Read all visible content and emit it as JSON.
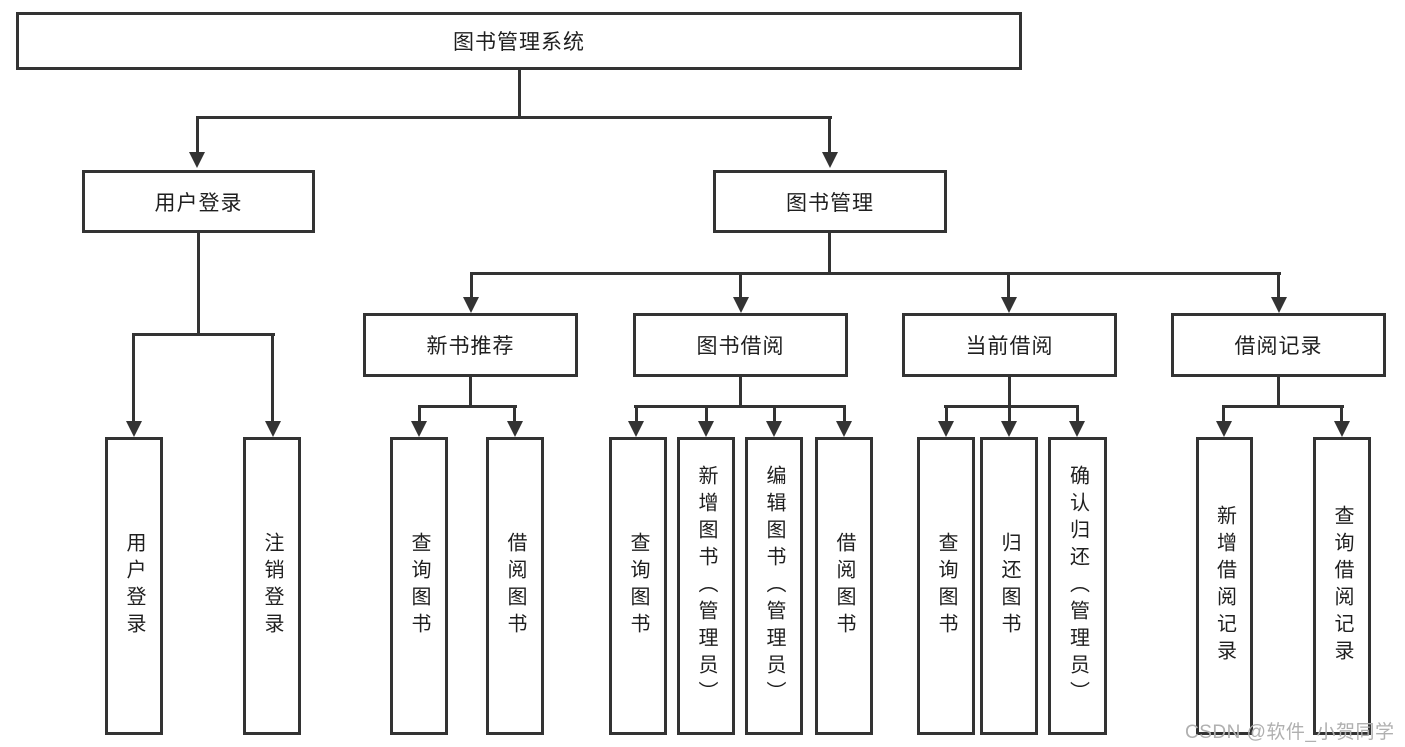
{
  "diagram": {
    "type": "hierarchy-tree",
    "root": {
      "label": "图书管理系统"
    },
    "level2": [
      {
        "label": "用户登录",
        "parent": "图书管理系统"
      },
      {
        "label": "图书管理",
        "parent": "图书管理系统"
      }
    ],
    "level3": [
      {
        "label": "新书推荐",
        "parent": "图书管理"
      },
      {
        "label": "图书借阅",
        "parent": "图书管理"
      },
      {
        "label": "当前借阅",
        "parent": "图书管理"
      },
      {
        "label": "借阅记录",
        "parent": "图书管理"
      }
    ],
    "leaves": [
      {
        "label": "用户登录",
        "parent": "用户登录"
      },
      {
        "label": "注销登录",
        "parent": "用户登录"
      },
      {
        "label": "查询图书",
        "parent": "新书推荐"
      },
      {
        "label": "借阅图书",
        "parent": "新书推荐"
      },
      {
        "label": "查询图书",
        "parent": "图书借阅"
      },
      {
        "label": "新增图书（管理员）",
        "parent": "图书借阅"
      },
      {
        "label": "编辑图书（管理员）",
        "parent": "图书借阅"
      },
      {
        "label": "借阅图书",
        "parent": "图书借阅"
      },
      {
        "label": "查询图书",
        "parent": "当前借阅"
      },
      {
        "label": "归还图书",
        "parent": "当前借阅"
      },
      {
        "label": "确认归还（管理员）",
        "parent": "当前借阅"
      },
      {
        "label": "新增借阅记录",
        "parent": "借阅记录"
      },
      {
        "label": "查询借阅记录",
        "parent": "借阅记录"
      }
    ]
  },
  "watermark": {
    "text": "CSDN @软件_小贺同学"
  },
  "colors": {
    "line": "#333333",
    "text": "#1f1f1f",
    "background": "#ffffff",
    "watermark": "#b0b0b0"
  }
}
